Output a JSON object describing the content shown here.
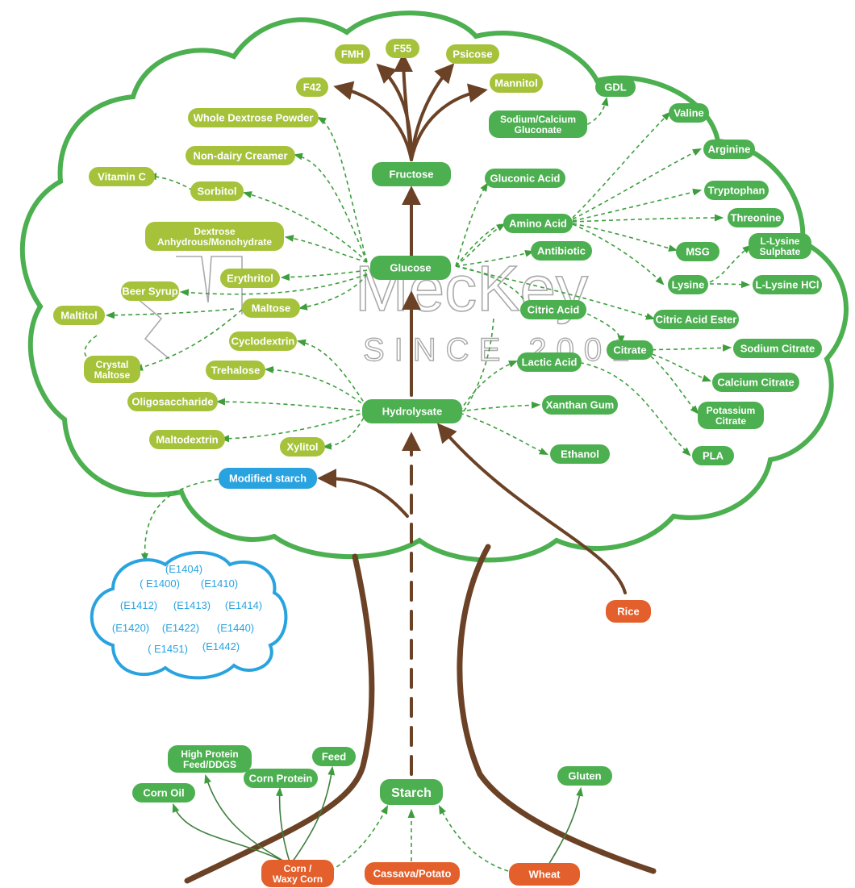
{
  "colors": {
    "crown": "#4caf50",
    "trunk": "#6b4226",
    "dark_green": "#4caf50",
    "light_green": "#a5c23a",
    "blue": "#29a3e0",
    "orange": "#e35f2b",
    "dashed": "#3e9e3e"
  },
  "watermark": {
    "brand": "MecKey",
    "since": "SINCE 2001"
  },
  "nodes": {
    "fmh": "FMH",
    "f55": "F55",
    "psicose": "Psicose",
    "f42": "F42",
    "mannitol": "Mannitol",
    "gdl": "GDL",
    "whole_dextrose_powder": "Whole Dextrose Powder",
    "sodium_calcium_gluconate": [
      "Sodium/Calcium",
      "Gluconate"
    ],
    "valine": "Valine",
    "non_dairy_creamer": "Non-dairy Creamer",
    "fructose": "Fructose",
    "arginine": "Arginine",
    "vitamin_c": "Vitamin C",
    "gluconic_acid": "Gluconic Acid",
    "sorbitol": "Sorbitol",
    "tryptophan": "Tryptophan",
    "dextrose": [
      "Dextrose",
      "Anhydrous/Monohydrate"
    ],
    "amino_acid": "Amino Acid",
    "threonine": "Threonine",
    "l_lysine_sulphate": [
      "L-Lysine",
      "Sulphate"
    ],
    "glucose": "Glucose",
    "antibiotic": "Antibiotic",
    "msg": "MSG",
    "erythritol": "Erythritol",
    "beer_syrup": "Beer Syrup",
    "lysine": "Lysine",
    "l_lysine_hcl": "L-Lysine HCl",
    "maltitol": "Maltitol",
    "maltose": "Maltose",
    "citric_acid": "Citric Acid",
    "citric_acid_ester": "Citric Acid Ester",
    "cyclodextrin": "Cyclodextrin",
    "citrate": "Citrate",
    "sodium_citrate": "Sodium Citrate",
    "crystal_maltose": [
      "Crystal",
      "Maltose"
    ],
    "trehalose": "Trehalose",
    "lactic_acid": "Lactic Acid",
    "calcium_citrate": "Calcium Citrate",
    "oligosaccharide": "Oligosaccharide",
    "hydrolysate": "Hydrolysate",
    "xanthan_gum": "Xanthan Gum",
    "potassium_citrate": [
      "Potassium",
      "Citrate"
    ],
    "maltodextrin": "Maltodextrin",
    "xylitol": "Xylitol",
    "ethanol": "Ethanol",
    "pla": "PLA",
    "modified_starch": "Modified starch",
    "rice": "Rice",
    "high_protein_feed": [
      "High Protein",
      "Feed/DDGS"
    ],
    "feed": "Feed",
    "corn_protein": "Corn Protein",
    "gluten": "Gluten",
    "corn_oil": "Corn Oil",
    "starch": "Starch",
    "corn_waxy_corn": [
      "Corn /",
      "Waxy Corn"
    ],
    "cassava_potato": "Cassava/Potato",
    "wheat": "Wheat"
  },
  "e_codes": [
    "(E1404)",
    "( E1400)",
    "(E1410)",
    "(E1412)",
    "(E1413)",
    "(E1414)",
    "(E1420)",
    "(E1422)",
    "(E1440)",
    "( E1451)",
    "(E1442)"
  ]
}
